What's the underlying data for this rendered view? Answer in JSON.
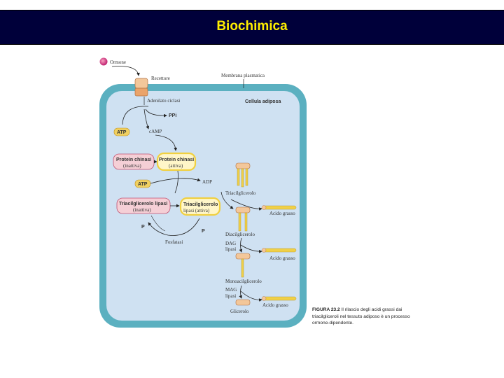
{
  "header": {
    "title": "Biochimica"
  },
  "figure": {
    "ormone": "Ormone",
    "recettore": "Recettore",
    "membrana": "Membrana plasmatica",
    "cellula": "Cellula adiposa",
    "adenilato": "Adenilato ciclasi",
    "ppi": "PPi",
    "atp1": "ATP",
    "camp": "cAMP",
    "pk_inactive_1": "Protein chinasi",
    "pk_inactive_2": "(inattiva)",
    "pk_active_1": "Protein chinasi",
    "pk_active_2": "(attiva)",
    "atp2": "ATP",
    "adp": "ADP",
    "tl_inactive_1": "Triacilglicerolo lipasi",
    "tl_inactive_2": "(inattiva)",
    "tl_active_1": "Triacilglicerolo",
    "tl_active_2": "lipasi (attiva)",
    "p_left": "P",
    "p_right": "P",
    "fosfatasi": "Fosfatasi",
    "triacil": "Triacilglicerolo",
    "acido1": "Acido grasso",
    "diacil": "Diacilglicerolo",
    "dag1": "DAG",
    "dag2": "lipasi",
    "acido2": "Acido grasso",
    "monoacil": "Monoacilglicerolo",
    "mag1": "MAG",
    "mag2": "lipasi",
    "acido3": "Acido grasso",
    "glicerolo": "Glicerolo"
  },
  "caption": {
    "label": "FIGURA 23.2",
    "text": "Il rilascio degli acidi grassi dai triacilgliceroli nel tessuto adiposo è un processo ormone-dipendente."
  },
  "colors": {
    "header_bg": "#00003a",
    "header_text": "#ffee00",
    "cell_outer": "#5bb0c0",
    "cell_inner": "#cfe1f2"
  }
}
